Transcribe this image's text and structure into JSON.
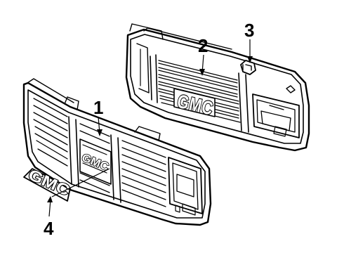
{
  "callouts": [
    {
      "id": "1",
      "label": "1"
    },
    {
      "id": "2",
      "label": "2"
    },
    {
      "id": "3",
      "label": "3"
    },
    {
      "id": "4",
      "label": "4"
    }
  ],
  "badge_text": "GMC",
  "emblem_text": "GMC",
  "colors": {
    "line": "#000000",
    "background": "#ffffff"
  }
}
